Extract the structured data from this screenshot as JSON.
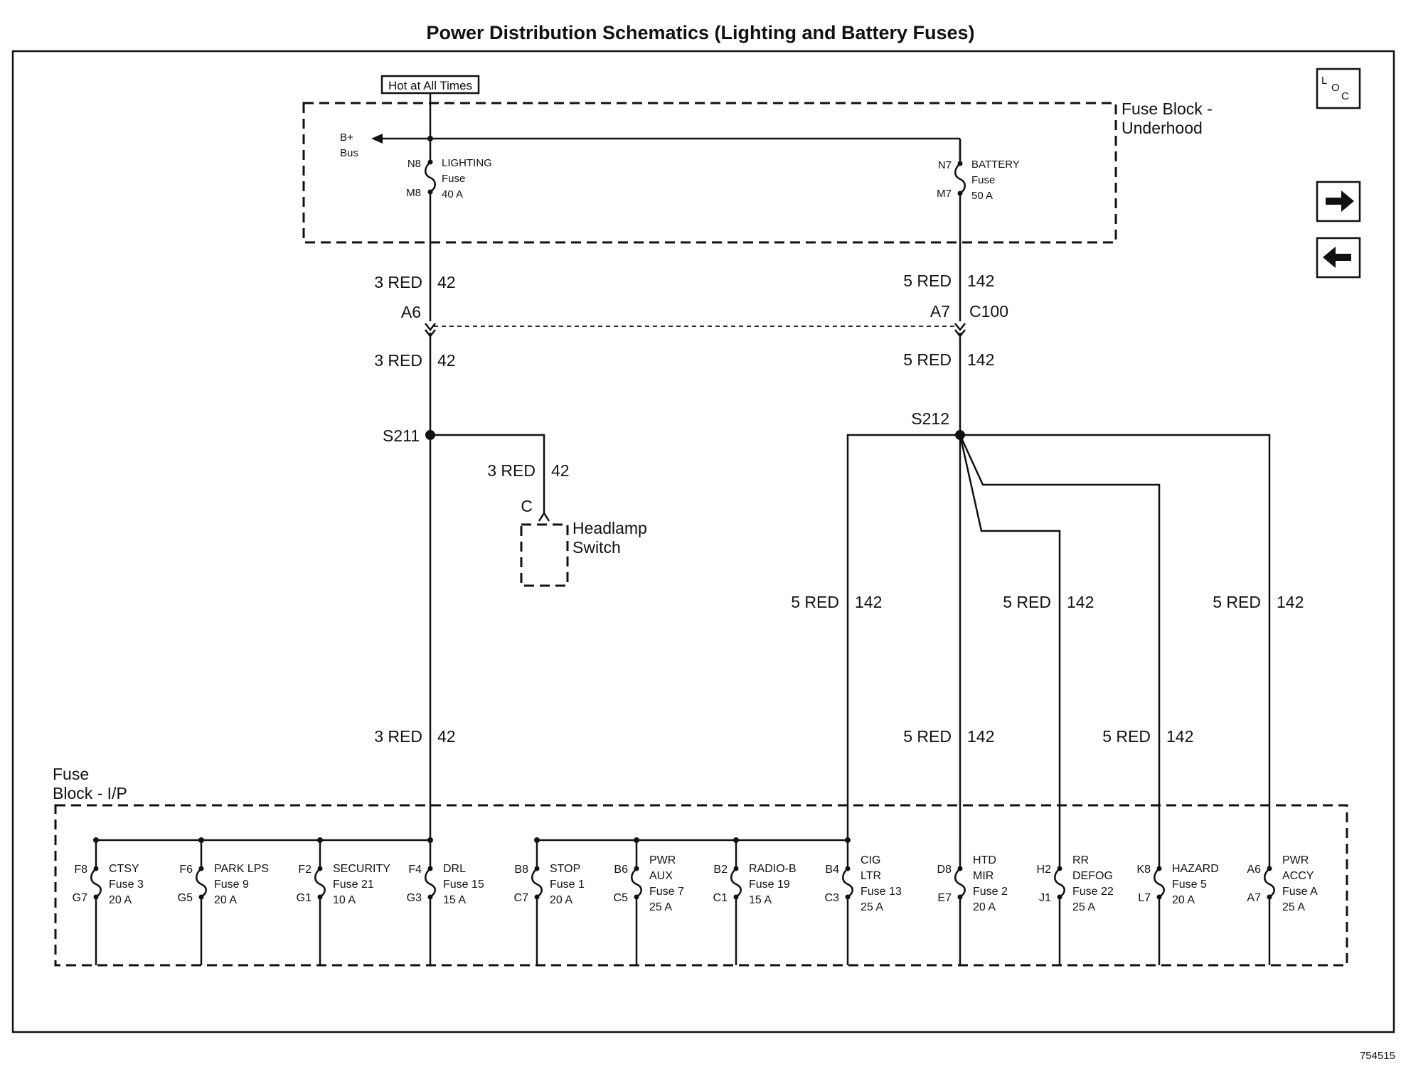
{
  "title": "Power Distribution Schematics (Lighting and Battery Fuses)",
  "figure_id": "754515",
  "hot_label": "Hot at All Times",
  "nav": {
    "loc_top": "L",
    "loc_mid": "O",
    "loc_bot": "C"
  },
  "underhood": {
    "label_line1": "Fuse Block -",
    "label_line2": "Underhood",
    "bus_line1": "B+",
    "bus_line2": "Bus",
    "lighting": {
      "pin_in": "N8",
      "pin_out": "M8",
      "name": "LIGHTING",
      "sub": "Fuse",
      "amp": "40 A"
    },
    "battery": {
      "pin_in": "N7",
      "pin_out": "M7",
      "name": "BATTERY",
      "sub": "Fuse",
      "amp": "50 A"
    }
  },
  "wires": {
    "w3": "3 RED",
    "c42": "42",
    "w5": "5 RED",
    "c142": "142"
  },
  "connector": {
    "left_pin": "A6",
    "right_pin": "A7",
    "name": "C100"
  },
  "splices": {
    "left": "S211",
    "right": "S212"
  },
  "headlamp": {
    "pin": "C",
    "line1": "Headlamp",
    "line2": "Switch"
  },
  "ip_block": {
    "line1": "Fuse",
    "line2": "Block - I/P"
  },
  "fuses": [
    {
      "top": "F8",
      "bot": "G7",
      "l1": "CTSY",
      "l2": "Fuse 3",
      "l3": "20 A"
    },
    {
      "top": "F6",
      "bot": "G5",
      "l1": "PARK LPS",
      "l2": "Fuse 9",
      "l3": "20 A"
    },
    {
      "top": "F2",
      "bot": "G1",
      "l1": "SECURITY",
      "l2": "Fuse 21",
      "l3": "10 A"
    },
    {
      "top": "F4",
      "bot": "G3",
      "l1": "DRL",
      "l2": "Fuse 15",
      "l3": "15 A"
    },
    {
      "top": "B8",
      "bot": "C7",
      "l1": "STOP",
      "l2": "Fuse 1",
      "l3": "20 A"
    },
    {
      "top": "B6",
      "bot": "C5",
      "l1": "PWR",
      "l2": "AUX",
      "l3": "Fuse 7",
      "l4": "25 A"
    },
    {
      "top": "B2",
      "bot": "C1",
      "l1": "RADIO-B",
      "l2": "Fuse 19",
      "l3": "15 A"
    },
    {
      "top": "B4",
      "bot": "C3",
      "l1": "CIG",
      "l2": "LTR",
      "l3": "Fuse 13",
      "l4": "25 A"
    },
    {
      "top": "D8",
      "bot": "E7",
      "l1": "HTD",
      "l2": "MIR",
      "l3": "Fuse 2",
      "l4": "20 A"
    },
    {
      "top": "H2",
      "bot": "J1",
      "l1": "RR",
      "l2": "DEFOG",
      "l3": "Fuse 22",
      "l4": "25 A"
    },
    {
      "top": "K8",
      "bot": "L7",
      "l1": "HAZARD",
      "l2": "Fuse 5",
      "l3": "20 A"
    },
    {
      "top": "A6",
      "bot": "A7",
      "l1": "PWR",
      "l2": "ACCY",
      "l3": "Fuse A",
      "l4": "25 A"
    }
  ]
}
